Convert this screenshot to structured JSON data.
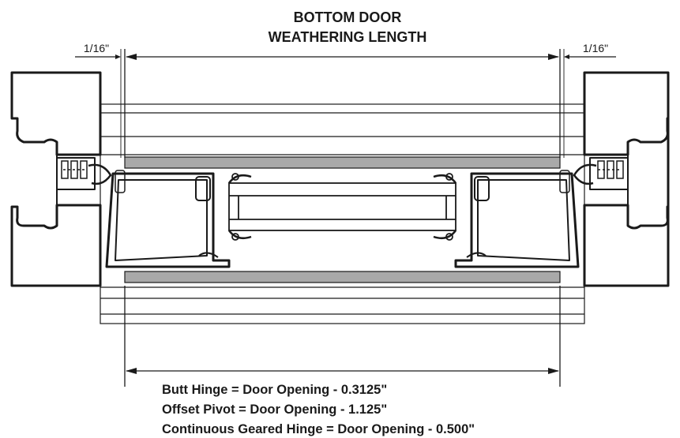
{
  "title": {
    "line1": "BOTTOM DOOR",
    "line2": "WEATHERING LENGTH"
  },
  "dimensions": {
    "left_gap": "1/16\"",
    "right_gap": "1/16\""
  },
  "formulas": [
    "Butt Hinge = Door Opening - 0.3125\"",
    "Offset Pivot = Door Opening - 1.125\"",
    "Continuous Geared Hinge = Door Opening - 0.500\""
  ],
  "colors": {
    "line": "#1a1a1a",
    "weatherstrip": "#a9a9a9"
  }
}
